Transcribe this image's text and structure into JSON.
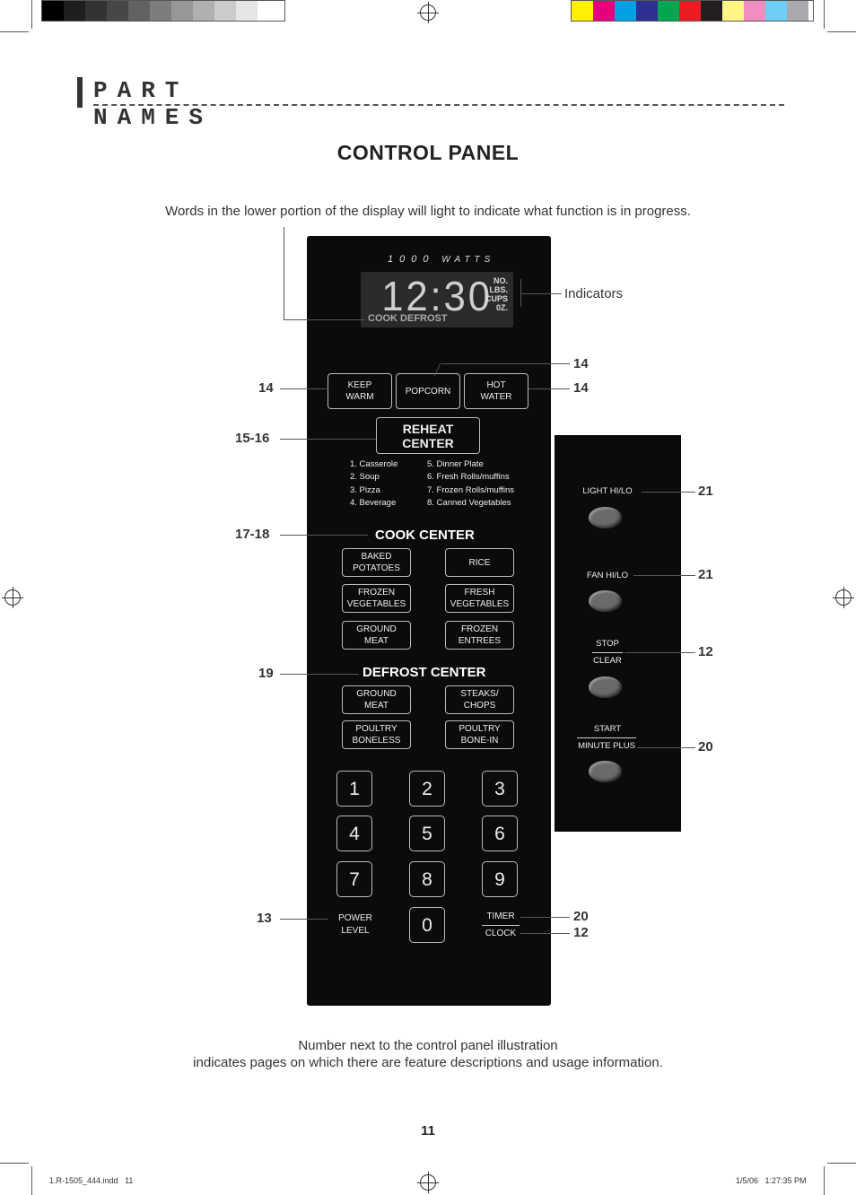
{
  "colors": {
    "gray_bar": [
      "#000000",
      "#1e1e1e",
      "#333333",
      "#474747",
      "#626262",
      "#7d7d7d",
      "#979797",
      "#b0b0b0",
      "#cbcbcb",
      "#e5e5e5",
      "#ffffff"
    ],
    "color_bar": [
      "#ffef00",
      "#e6007e",
      "#00a0e3",
      "#2e3192",
      "#00a650",
      "#ed1c24",
      "#231f20",
      "#fff685",
      "#f28dc1",
      "#6dcff6",
      "#a7a9ac"
    ]
  },
  "header": {
    "section": "PART NAMES",
    "title": "CONTROL PANEL"
  },
  "intro": "Words in the lower portion of the display will light to indicate what function is in progress.",
  "display": {
    "watts_num": "1000",
    "watts_label": "WATTS",
    "time": "12:30",
    "units": [
      "NO.",
      "LBS.",
      "CUPS",
      "0Z."
    ],
    "defrost": "COOK DEFROST",
    "indicators_label": "Indicators"
  },
  "keys": {
    "keep_warm": "KEEP\nWARM",
    "popcorn": "POPCORN",
    "hot_water": "HOT\nWATER",
    "reheat_center": "REHEAT\nCENTER"
  },
  "reheat_list": {
    "left": [
      "1. Casserole",
      "2. Soup",
      "3. Pizza",
      "4. Beverage"
    ],
    "right": [
      "5. Dinner Plate",
      "6. Fresh Rolls/muffins",
      "7. Frozen Rolls/muffins",
      "8. Canned Vegetables"
    ]
  },
  "cook_center": {
    "heading": "COOK CENTER",
    "keys": [
      "BAKED\nPOTATOES",
      "RICE",
      "FROZEN\nVEGETABLES",
      "FRESH\nVEGETABLES",
      "GROUND\nMEAT",
      "FROZEN\nENTREES"
    ]
  },
  "defrost_center": {
    "heading": "DEFROST CENTER",
    "keys": [
      "GROUND\nMEAT",
      "STEAKS/\nCHOPS",
      "POULTRY\nBONELESS",
      "POULTRY\nBONE-IN"
    ]
  },
  "numpad": [
    "1",
    "2",
    "3",
    "4",
    "5",
    "6",
    "7",
    "8",
    "9",
    "0"
  ],
  "power_level": "POWER\nLEVEL",
  "timer": "TIMER",
  "clock": "CLOCK",
  "side_panel": {
    "light": "LIGHT  HI/LO",
    "fan": "FAN  HI/LO",
    "stop": "STOP",
    "clear": "CLEAR",
    "start": "START",
    "minute_plus": "MINUTE PLUS"
  },
  "page_refs": {
    "keep_warm": "14",
    "popcorn": "14",
    "hot_water": "14",
    "reheat": "15-16",
    "cook_center": "17-18",
    "defrost_center": "19",
    "power_level": "13",
    "timer": "20",
    "clock": "12",
    "light": "21",
    "fan": "21",
    "stop_clear": "12",
    "start": "20"
  },
  "footnote": [
    "Number next to the control panel illustration",
    "indicates pages on which there are feature descriptions and usage information."
  ],
  "page_number": "11",
  "slug": {
    "file": "1.R-1505_444.indd   11",
    "date": "1/5/06   1:27:35 PM"
  }
}
